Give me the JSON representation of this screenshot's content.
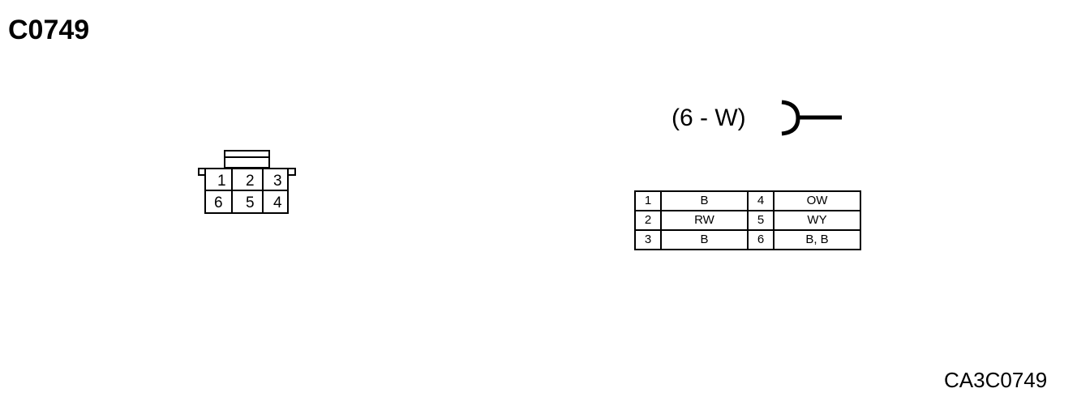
{
  "connector_id": "C0749",
  "connector_type": "(6 - W)",
  "diagram_code": "CA3C0749",
  "face_pins": {
    "top_row": [
      "1",
      "2",
      "3"
    ],
    "bottom_row": [
      "6",
      "5",
      "4"
    ]
  },
  "pinout": [
    {
      "pin_left": "1",
      "color_left": "B",
      "pin_right": "4",
      "color_right": "OW"
    },
    {
      "pin_left": "2",
      "color_left": "RW",
      "pin_right": "5",
      "color_right": "WY"
    },
    {
      "pin_left": "3",
      "color_left": "B",
      "pin_right": "6",
      "color_right": "B, B"
    }
  ]
}
